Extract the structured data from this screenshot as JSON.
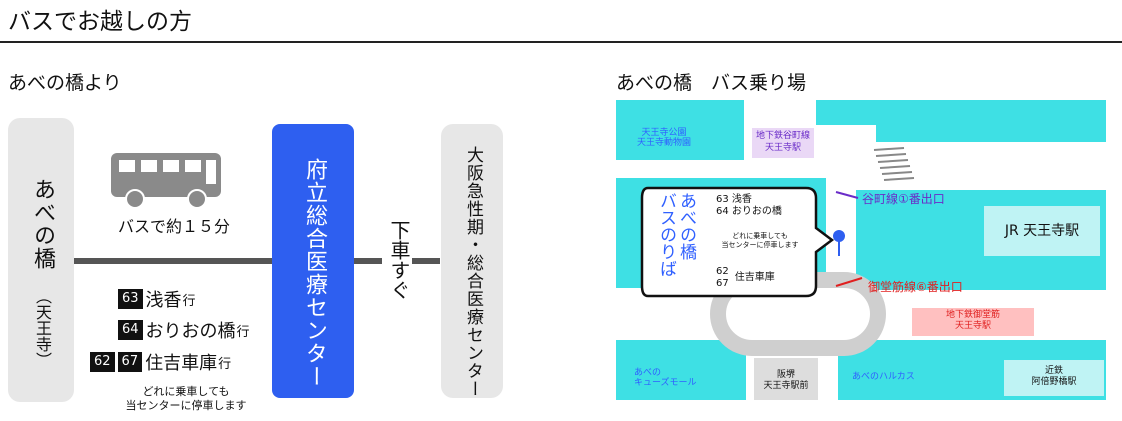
{
  "page_title": "バスでお越しの方",
  "left": {
    "heading": "あべの橋より",
    "origin_name": "あべの橋",
    "origin_sub": "（天王寺）",
    "bus_time": "バスで約１５分",
    "center_name": "府立総合医療センター",
    "walk_label": "下車すぐ",
    "destination_name": "大阪急性期・総合医療センター",
    "routes": [
      {
        "badges": [
          "63"
        ],
        "name": "浅香",
        "suffix": "行"
      },
      {
        "badges": [
          "64"
        ],
        "name": "おりおの橋",
        "suffix": "行"
      },
      {
        "badges": [
          "62",
          "67"
        ],
        "name": "住吉車庫",
        "suffix": "行"
      }
    ],
    "note_line1": "どれに乗車しても",
    "note_line2": "当センターに停車します"
  },
  "right": {
    "heading": "あべの橋　バス乗り場",
    "callout": {
      "title_line1": "あべの橋",
      "title_line2": "バスのりば",
      "route_a_nums": [
        "63",
        "64"
      ],
      "route_a_names": [
        "浅香",
        "おりおの橋"
      ],
      "note_line1": "どれに乗車しても",
      "note_line2": "当センターに停車します",
      "route_b_nums": [
        "62",
        "67"
      ],
      "route_b_name": "住吉車庫"
    },
    "labels": {
      "tennoji_park_1": "天王寺公園",
      "tennoji_park_2": "天王寺動物園",
      "tanimachi_line_1": "地下鉄谷町線",
      "tanimachi_line_2": "天王寺駅",
      "exit_tanimachi": "谷町線①番出口",
      "jr_station": "JR 天王寺駅",
      "exit_midosuji": "御堂筋線⑥番出口",
      "midosuji_line_1": "地下鉄御堂筋",
      "midosuji_line_2": "天王寺駅",
      "q_mall_1": "あべの",
      "q_mall_2": "キューズモール",
      "hankai_1": "阪堺",
      "hankai_2": "天王寺駅前",
      "harukas": "あべのハルカス",
      "kintetsu_1": "近鉄",
      "kintetsu_2": "阿倍野橋駅"
    }
  },
  "colors": {
    "center_blue": "#2e5ff0",
    "map_cyan": "#3ee0e4",
    "exit_purple": "#6a2cc8",
    "exit_red": "#e02020",
    "label_blue": "#3060ff",
    "pink": "#ffc0c0"
  }
}
